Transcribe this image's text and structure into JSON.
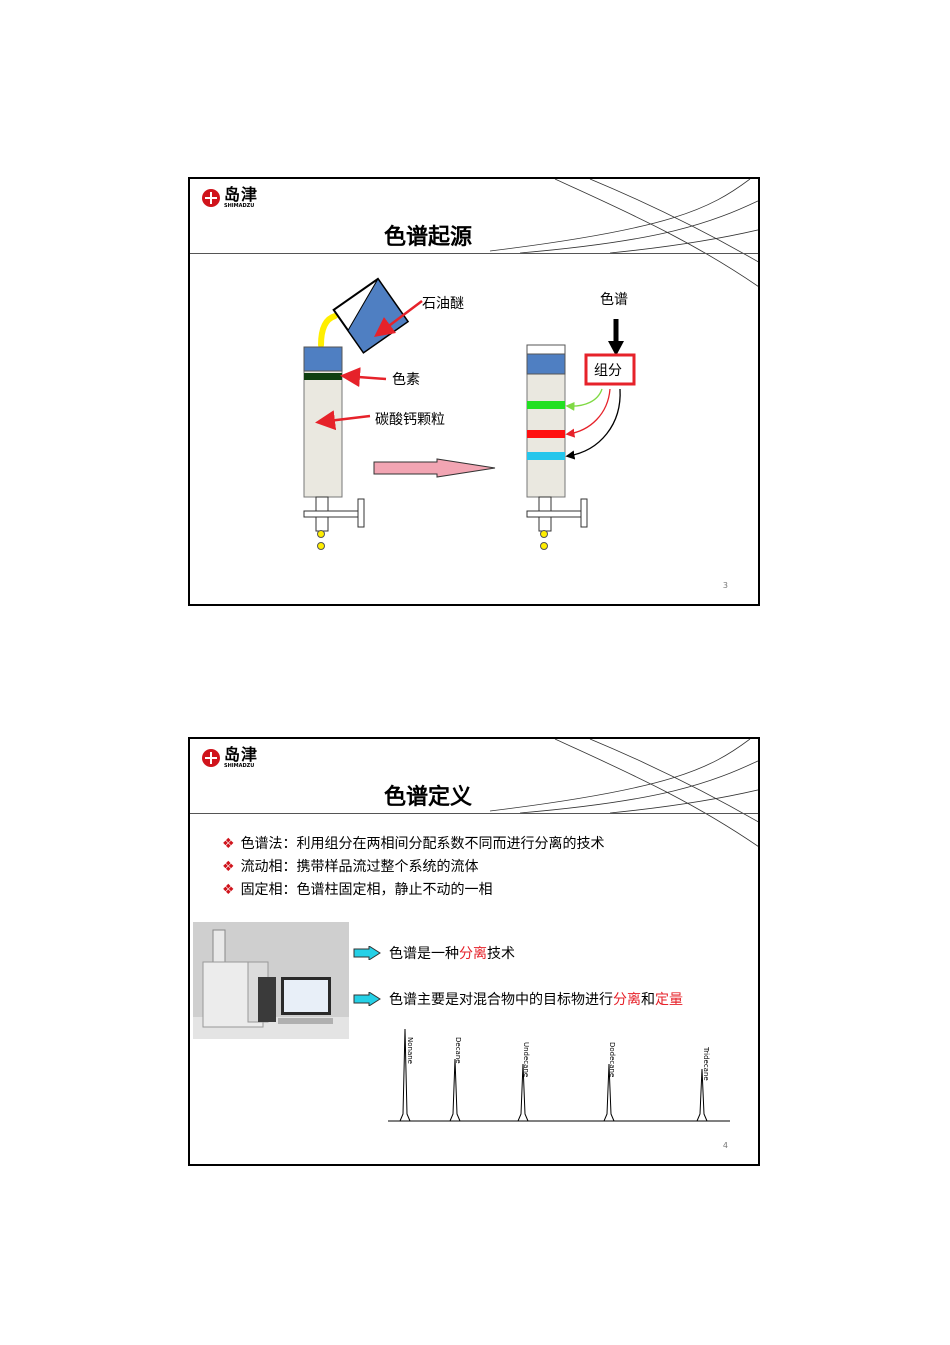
{
  "brand": {
    "cn": "岛津",
    "en": "SHIMADZU"
  },
  "slides": [
    {
      "title": "色谱起源",
      "page": "3",
      "labels": {
        "ether": "石油醚",
        "pigment": "色素",
        "particles": "碳酸钙颗粒",
        "chromatography": "色谱",
        "components": "组分"
      },
      "colors": {
        "accent_red": "#e6222a",
        "column_fill": "#eae8e0",
        "column_top": "#4f7fc2",
        "yellow": "#ffee00"
      }
    },
    {
      "title": "色谱定义",
      "page": "4",
      "bullets": [
        "色谱法：利用组分在两相间分配系数不同而进行分离的技术",
        "流动相：携带样品流过整个系统的流体",
        "固定相：色谱柱固定相，静止不动的一相"
      ],
      "statement1": {
        "pre": "色谱是一种",
        "hl": "分离",
        "post": "技术"
      },
      "statement2": {
        "pre": "色谱主要是对混合物中的目标物进行",
        "hl1": "分离",
        "mid": "和",
        "hl2": "定量"
      },
      "peaks": [
        "Nonane",
        "Decane",
        "Undecane",
        "Dodecane",
        "Tridecane"
      ]
    }
  ]
}
